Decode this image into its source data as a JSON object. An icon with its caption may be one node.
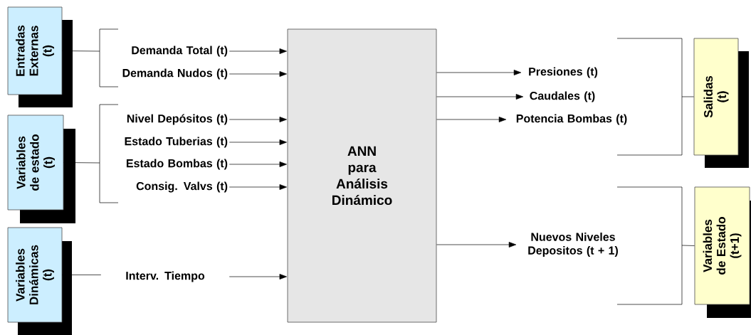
{
  "diagram": {
    "nodes": [
      {
        "text": [
          "Entradas Externas (t)"
        ]
      },
      {
        "text": [
          "Variables de estado (t)"
        ]
      },
      {
        "text": [
          "Variables Dinámicas (t)"
        ]
      },
      {
        "text": [
          "ANN para Análisis Dinámico"
        ]
      },
      {
        "text": [
          "Salidas (t)"
        ]
      },
      {
        "text": [
          "Variables de Estado (t+1)"
        ]
      },
      {
        "text": [
          "Demanda Total (t)"
        ]
      },
      {
        "text": [
          "Demanda Nudos (t)"
        ]
      },
      {
        "text": [
          "Nivel Depósitos (t)"
        ]
      },
      {
        "text": [
          "Estado Tuberias (t)"
        ]
      },
      {
        "text": [
          "Estado Bombas (t)"
        ]
      },
      {
        "text": [
          "Consig. Valvs (t)"
        ]
      },
      {
        "text": [
          "Interv. Tiempo"
        ]
      },
      {
        "text": [
          "Presiones (t)"
        ]
      },
      {
        "text": [
          "Caudales (t)"
        ]
      },
      {
        "text": [
          "Potencia Bombas (t)"
        ]
      },
      {
        "text": [
          "Nuevos Niveles Depositos (t + 1)"
        ]
      }
    ],
    "edges": [
      {
        "from": 2,
        "to": 12,
        "arrow": "none"
      },
      {
        "from": 6,
        "to": 3,
        "arrow": "to"
      },
      {
        "from": 7,
        "to": 3,
        "arrow": "to"
      },
      {
        "from": 8,
        "to": 3,
        "arrow": "to"
      },
      {
        "from": 9,
        "to": 3,
        "arrow": "to"
      },
      {
        "from": 10,
        "to": 3,
        "arrow": "to"
      },
      {
        "from": 11,
        "to": 3,
        "arrow": "to"
      },
      {
        "from": 12,
        "to": 3,
        "arrow": "to"
      },
      {
        "from": 3,
        "to": 13,
        "arrow": "to"
      },
      {
        "from": 3,
        "to": 14,
        "arrow": "to"
      },
      {
        "from": 3,
        "to": 15,
        "arrow": "to"
      },
      {
        "from": 3,
        "to": 16,
        "arrow": "to"
      }
    ]
  }
}
